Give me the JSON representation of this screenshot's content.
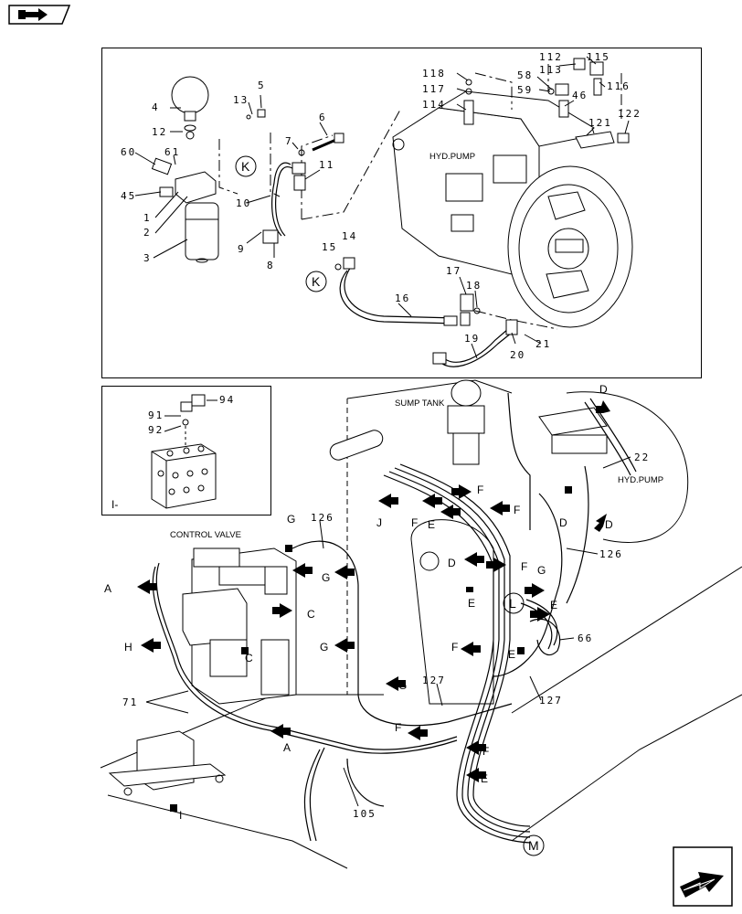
{
  "nav": {
    "home_icon": "book-arrow-icon",
    "next_icon": "next-page-arrow-icon"
  },
  "top_panel": {
    "parts": [
      "118",
      "117",
      "114",
      "58",
      "113",
      "59",
      "112",
      "115",
      "116",
      "46",
      "121",
      "122",
      "4",
      "5",
      "13",
      "12",
      "7",
      "6",
      "11",
      "60",
      "61",
      "45",
      "1",
      "2",
      "3",
      "9",
      "8",
      "10",
      "15",
      "14",
      "16",
      "17",
      "18",
      "19",
      "20",
      "21"
    ],
    "hyd_pump_label": "HYD.PUMP",
    "ref_k": "K"
  },
  "inset_panel": {
    "parts": [
      "91",
      "92",
      "94"
    ],
    "label": "I-"
  },
  "bottom_panel": {
    "sump_tank_label": "SUMP TANK",
    "control_valve_label": "CONTROL VALVE",
    "hyd_pump_label": "HYD.PUMP",
    "parts": [
      "126",
      "22",
      "126",
      "66",
      "127",
      "127",
      "71",
      "105"
    ],
    "refs": {
      "L": "L",
      "M": "M",
      "A": "A",
      "C": "C",
      "D": "D",
      "E": "E",
      "F": "F",
      "G": "G",
      "H": "H",
      "I": "I",
      "J": "J"
    }
  }
}
